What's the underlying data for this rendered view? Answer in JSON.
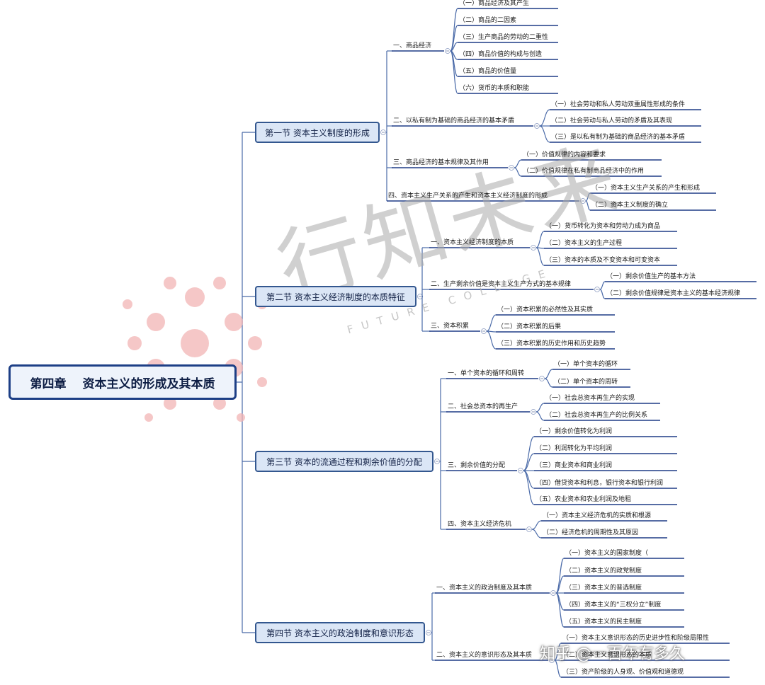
{
  "root": {
    "label": "第四章　 资本主义的形成及其本质"
  },
  "watermark": {
    "brand": "行知未来",
    "sub": "FUTURE COLLEGE",
    "credit": "知乎 @一百年有多久"
  },
  "sections": [
    {
      "label": "第一节 资本主义制度的形成",
      "topics": [
        {
          "label": "一、商品经济",
          "items": [
            "（一）商品经济及其产生",
            "（二）商品的二因素",
            "（三）生产商品的劳动的二重性",
            "（四）商品价值的构成与创造",
            "（五）商品的价值量",
            "（六）货币的本质和职能"
          ]
        },
        {
          "label": "二、以私有制为基础的商品经济的基本矛盾",
          "items": [
            "（一）社会劳动和私人劳动双重属性形成的条件",
            "（二）社会劳动与私人劳动的矛盾及其表现",
            "（三）是以私有制为基础的商品经济的基本矛盾"
          ]
        },
        {
          "label": "三、商品经济的基本规律及其作用",
          "items": [
            "（一）价值规律的内容和要求",
            "（二）价值规律在私有制商品经济中的作用"
          ]
        },
        {
          "label": "四、资本主义生产关系的产生和资本主义经济制度的形成",
          "items": [
            "（一）资本主义生产关系的产生和形成",
            "（二）资本主义制度的确立"
          ]
        }
      ]
    },
    {
      "label": "第二节 资本主义经济制度的本质特征",
      "topics": [
        {
          "label": "一、资本主义经济制度的本质",
          "items": [
            "（一）货币转化为资本和劳动力成为商品",
            "（二）资本主义的生产过程",
            "（三）资本的本质及不变资本和可变资本"
          ]
        },
        {
          "label": "二、生产剩余价值是资本主义生产方式的基本规律",
          "items": [
            "（一）剩余价值生产的基本方法",
            "（二）剩余价值规律是资本主义的基本经济规律"
          ]
        },
        {
          "label": "三、资本积累",
          "items": [
            "（一）资本积累的必然性及其实质",
            "（二）资本积累的后果",
            "（三）资本积累的历史作用和历史趋势"
          ]
        }
      ]
    },
    {
      "label": "第三节 资本的流通过程和剩余价值的分配",
      "topics": [
        {
          "label": "一、单个资本的循环和周转",
          "items": [
            "（一）单个资本的循环",
            "（二）单个资本的周转"
          ]
        },
        {
          "label": "二、社会总资本的再生产",
          "items": [
            "（一）社会总资本再生产的实现",
            "（二）社会总资本再生产的比例关系"
          ]
        },
        {
          "label": "三、剩余价值的分配",
          "items": [
            "（一）剩余价值转化为利润",
            "（二）利润转化为平均利润",
            "（三）商业资本和商业利润",
            "（四）借贷资本和利息，银行资本和银行利润",
            "（五）农业资本和农业利润及地租"
          ]
        },
        {
          "label": "四、资本主义经济危机",
          "items": [
            "（一）资本主义经济危机的实质和根源",
            "（二）经济危机的周期性及其原因"
          ]
        }
      ]
    },
    {
      "label": "第四节 资本主义的政治制度和意识形态",
      "topics": [
        {
          "label": "一、资本主义的政治制度及其本质",
          "items": [
            "（一）资本主义的国家制度（",
            "（二）资本主义的政党制度",
            "（三）资本主义的普选制度",
            "（四）资本主义的“三权分立”制度",
            "（五）资本主义的民主制度"
          ]
        },
        {
          "label": "二、资本主义的意识形态及其本质",
          "items": [
            "（一）资本主义意识形态的历史进步性和阶级局限性",
            "（二）资本主义意识形态的本质",
            "（三）资产阶级的人身观、价值观和道德观"
          ]
        }
      ]
    }
  ]
}
